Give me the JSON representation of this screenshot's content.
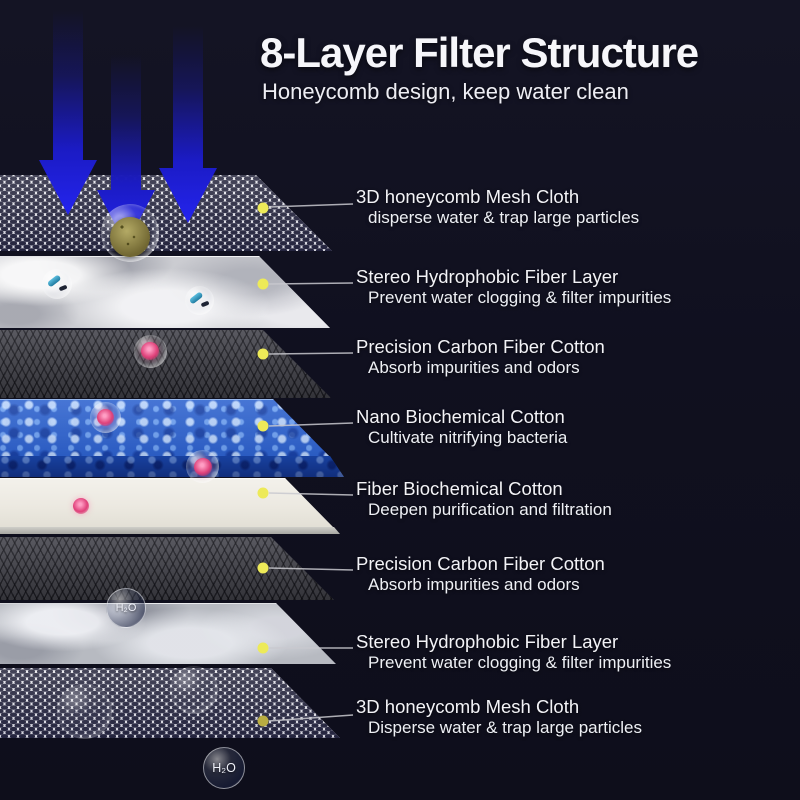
{
  "header": {
    "title": "8-Layer Filter Structure",
    "subtitle": "Honeycomb design, keep water clean"
  },
  "layers": [
    {
      "name": "3D honeycomb Mesh Cloth",
      "desc": "disperse water & trap large particles",
      "material": "honeycomb-mesh"
    },
    {
      "name": "Stereo Hydrophobic Fiber Layer",
      "desc": "Prevent water clogging & filter impurities",
      "material": "hydrophobic-fiber"
    },
    {
      "name": "Precision Carbon Fiber Cotton",
      "desc": "Absorb impurities and odors",
      "material": "carbon-fiber"
    },
    {
      "name": "Nano Biochemical Cotton",
      "desc": "Cultivate nitrifying bacteria",
      "material": "nano-biochemical-sponge"
    },
    {
      "name": "Fiber Biochemical Cotton",
      "desc": "Deepen purification and filtration",
      "material": "fiber-biochemical-cotton"
    },
    {
      "name": "Precision Carbon Fiber Cotton",
      "desc": "Absorb impurities and odors",
      "material": "carbon-fiber"
    },
    {
      "name": "Stereo Hydrophobic Fiber Layer",
      "desc": "Prevent water clogging & filter impurities",
      "material": "hydrophobic-fiber"
    },
    {
      "name": "3D honeycomb Mesh Cloth",
      "desc": "Disperse water & trap large particles",
      "material": "honeycomb-mesh"
    }
  ],
  "molecule": {
    "h2o": "H₂O"
  },
  "colors": {
    "background": "#10101f",
    "arrow_blue": "#2424ee",
    "callout_dot": "#edea58",
    "callout_dot_dim": "#b9ad42",
    "connector_line": "#c9c9cf",
    "text": "#f3f3f7",
    "sponge_blue": "#2e63cf",
    "carbon_gray": "#47474f",
    "particle_pink": "#df4079",
    "particle_olive": "#8a8142"
  }
}
